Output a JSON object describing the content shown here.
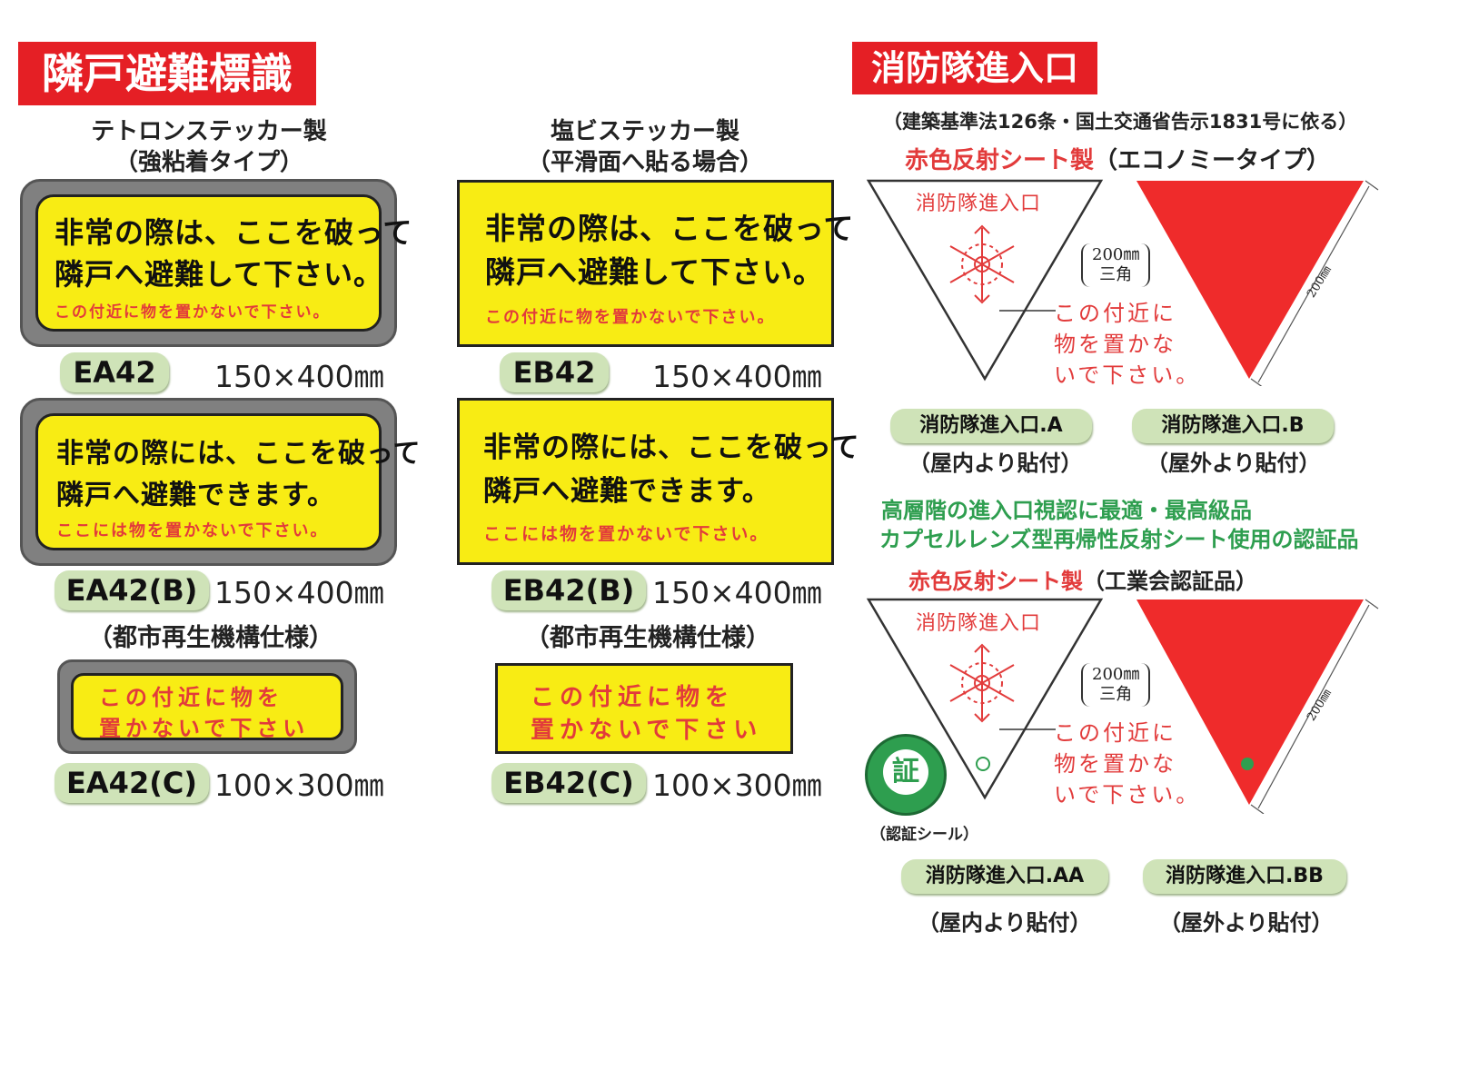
{
  "left": {
    "title": "隣戸避難標識",
    "col1": {
      "material": "テトロンステッカー製",
      "material_sub": "（強粘着タイプ）"
    },
    "col2": {
      "material": "塩ビステッカー製",
      "material_sub": "（平滑面へ貼る場合）"
    },
    "sign_main_1": "非常の際は、ここを破って",
    "sign_main_2": "隣戸へ避難して下さい。",
    "sign_small": "この付近に物を置かないで下さい。",
    "sign_b_main_1": "非常の際には、ここを破って",
    "sign_b_main_2": "隣戸へ避難できます。",
    "sign_b_small": "ここには物を置かないで下さい。",
    "sign_c_1": "この付近に物を",
    "sign_c_2": "置かないで下さい",
    "products": {
      "ea42": {
        "code": "EA42",
        "size": "150×400㎜"
      },
      "eb42": {
        "code": "EB42",
        "size": "150×400㎜"
      },
      "ea42b": {
        "code": "EA42(B)",
        "size": "150×400㎜"
      },
      "eb42b": {
        "code": "EB42(B)",
        "size": "150×400㎜"
      },
      "ea42c": {
        "code": "EA42(C)",
        "size": "100×300㎜"
      },
      "eb42c": {
        "code": "EB42(C)",
        "size": "100×300㎜"
      }
    },
    "spec_note": "（都市再生機構仕様）"
  },
  "right": {
    "title": "消防隊進入口",
    "law_note": "（建築基準法126条・国土交通省告示1831号に依る）",
    "section1": {
      "red": "赤色反射シート製",
      "black": "（エコノミータイプ）"
    },
    "section2": {
      "red": "赤色反射シート製",
      "black": "（工業会認証品）"
    },
    "triangle_text": "消防隊進入口",
    "dim_label_1": "200㎜",
    "dim_label_2": "三角",
    "side_dim": "200㎜",
    "caution_1": "この付近に",
    "caution_2": "物を置かな",
    "caution_3": "いで下さい。",
    "green_1": "高層階の進入口視認に最適・最高級品",
    "green_2": "カプセルレンズ型再帰性反射シート使用の認証品",
    "seal_caption": "（認証シール）",
    "seal_char": "証",
    "codes": {
      "a": "消防隊進入口.A",
      "b": "消防隊進入口.B",
      "aa": "消防隊進入口.AA",
      "bb": "消防隊進入口.BB"
    },
    "inside": "（屋内より貼付）",
    "outside": "（屋外より貼付）"
  },
  "colors": {
    "accent_red": "#e51f25",
    "sign_yellow": "#f8ec14",
    "green": "#2e9e4f",
    "code_bg": "#cfe3b8"
  }
}
